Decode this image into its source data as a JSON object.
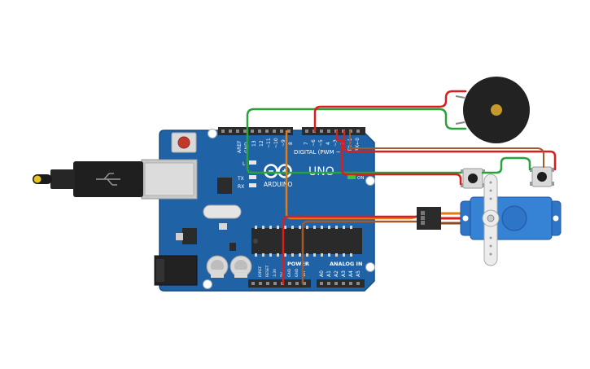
{
  "board": {
    "brand": "ARDUINO",
    "model": "UNO",
    "digital_header_label": "DIGITAL (PWM ~)",
    "aref": "AREF",
    "gnd_top": "GND",
    "digital_pins": [
      "13",
      "12",
      "~11",
      "~10",
      "~9",
      "8",
      "7",
      "~6",
      "~5",
      "4",
      "~3",
      "2",
      "TX→1",
      "RX←0"
    ],
    "led_l": "L",
    "led_tx": "TX",
    "led_rx": "RX",
    "on_label": "ON",
    "power_label": "POWER",
    "analog_label": "ANALOG IN",
    "power_pins": [
      "IOREF",
      "RESET",
      "3.3V",
      "5V",
      "GND",
      "GND",
      "Vin"
    ],
    "analog_pins": [
      "A0",
      "A1",
      "A2",
      "A3",
      "A4",
      "A5"
    ]
  },
  "colors": {
    "board": "#1f62a6",
    "board_edge": "#164d85",
    "header": "#2b2b2b",
    "wire_green": "#27a33a",
    "wire_red": "#d91e1e",
    "wire_orange": "#e07b16",
    "wire_brown": "#a05a2c",
    "usb_metal": "#c9c9c9",
    "servo_blue": "#2e74c7",
    "buzzer_black": "#222222",
    "buzzer_gold": "#c69a2a"
  }
}
